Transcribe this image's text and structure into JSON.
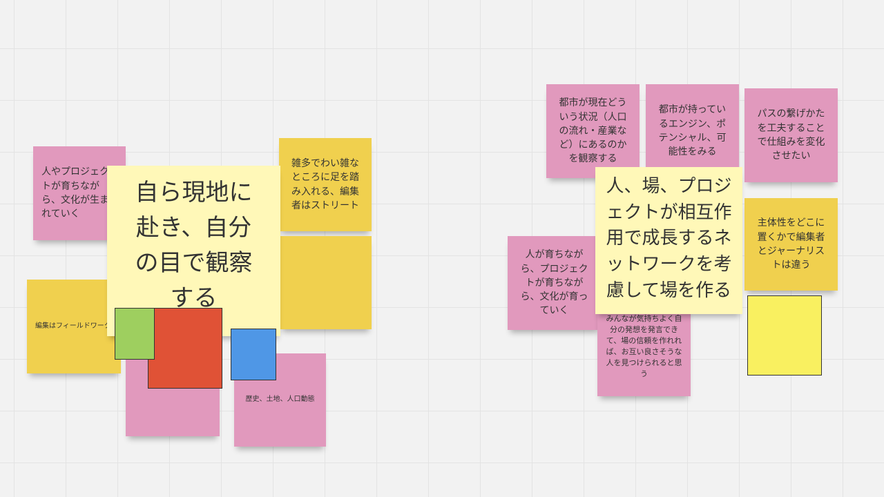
{
  "cluster_left": {
    "notes": [
      {
        "text": "人やプロジェクトが育ちながら、文化が生まれていく"
      },
      {
        "text": "雑多でわい雑なところに足を踏み入れる、編集者はストリート"
      },
      {
        "text": ""
      },
      {
        "text": "編集はフィールドワーク"
      },
      {
        "text": ""
      },
      {
        "text": "歴史、土地、人口動態"
      },
      {
        "text": "自ら現地に赴き、自分の目で観察する"
      }
    ],
    "shapes": {
      "green": "#9ecf5f",
      "red": "#e05236",
      "blue": "#4f97e6"
    }
  },
  "cluster_right": {
    "notes": [
      {
        "text": "都市が現在どういう状況（人口の流れ・産業など）にあるのかを観察する"
      },
      {
        "text": "都市が持っているエンジン、ポテンシャル、可能性をみる"
      },
      {
        "text": "パスの繋げかたを工夫することで仕組みを変化させたい"
      },
      {
        "text": "主体性をどこに置くかで編集者とジャーナリストは違う"
      },
      {
        "text": "人が育ちながら、プロジェクトが育ちながら、文化が育っていく"
      },
      {
        "text": "みんなが気持ちよく自分の発想を発言できて、場の信頼を作れれば、お互い良さそうな人を見つけられると思う"
      },
      {
        "text": "人、場、プロジェクトが相互作用で成長するネットワークを考慮して場を作る"
      }
    ],
    "shapes": {
      "yellow": "#f9f060"
    }
  }
}
